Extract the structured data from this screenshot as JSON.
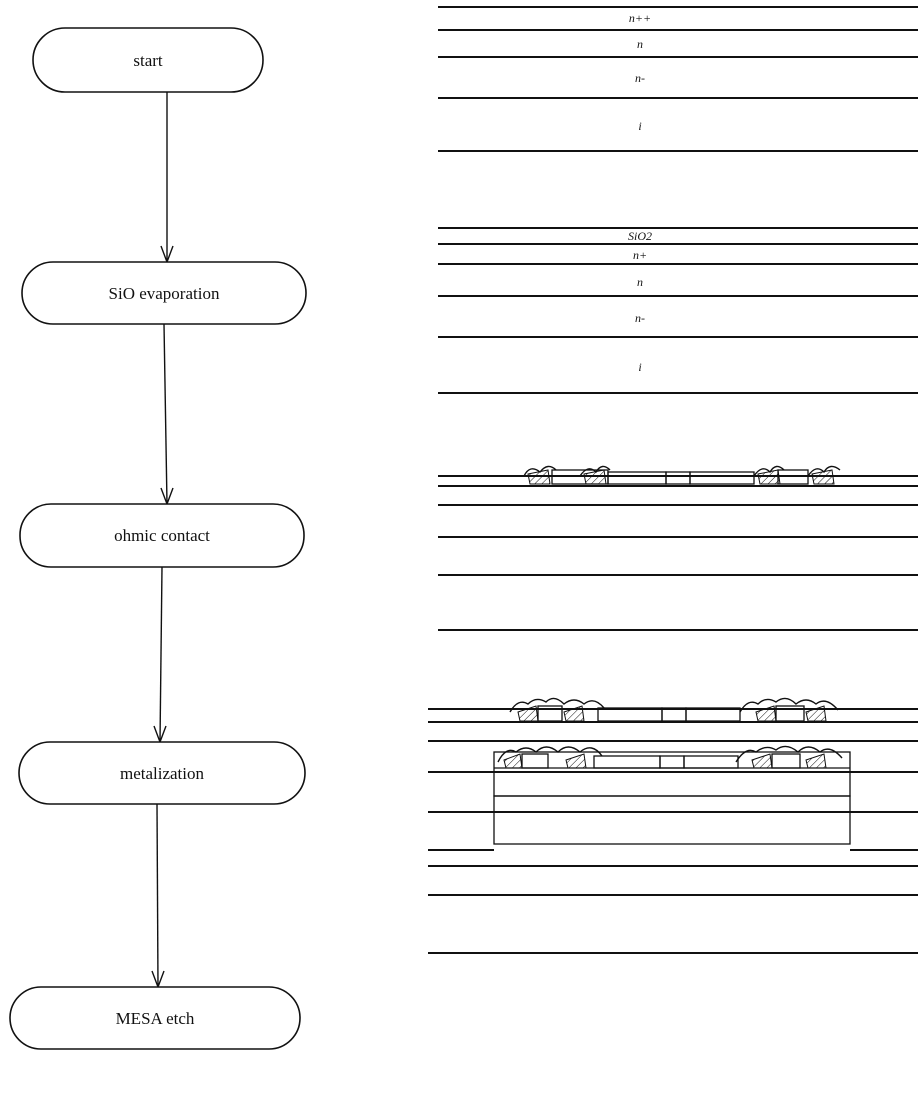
{
  "flow": {
    "steps": [
      {
        "label": "start"
      },
      {
        "label": "SiO evaporation"
      },
      {
        "label": "ohmic contact"
      },
      {
        "label": "metalization"
      },
      {
        "label": "MESA etch"
      }
    ]
  },
  "cross_sections": [
    {
      "stage": "start",
      "layers": [
        "n++",
        "n",
        "n-",
        "i"
      ]
    },
    {
      "stage": "SiO evaporation",
      "layers": [
        "SiO2",
        "n+",
        "n",
        "n-",
        "i"
      ]
    },
    {
      "stage": "ohmic contact",
      "layers": []
    },
    {
      "stage": "metalization",
      "layers": []
    },
    {
      "stage": "MESA etch",
      "layers": []
    }
  ]
}
